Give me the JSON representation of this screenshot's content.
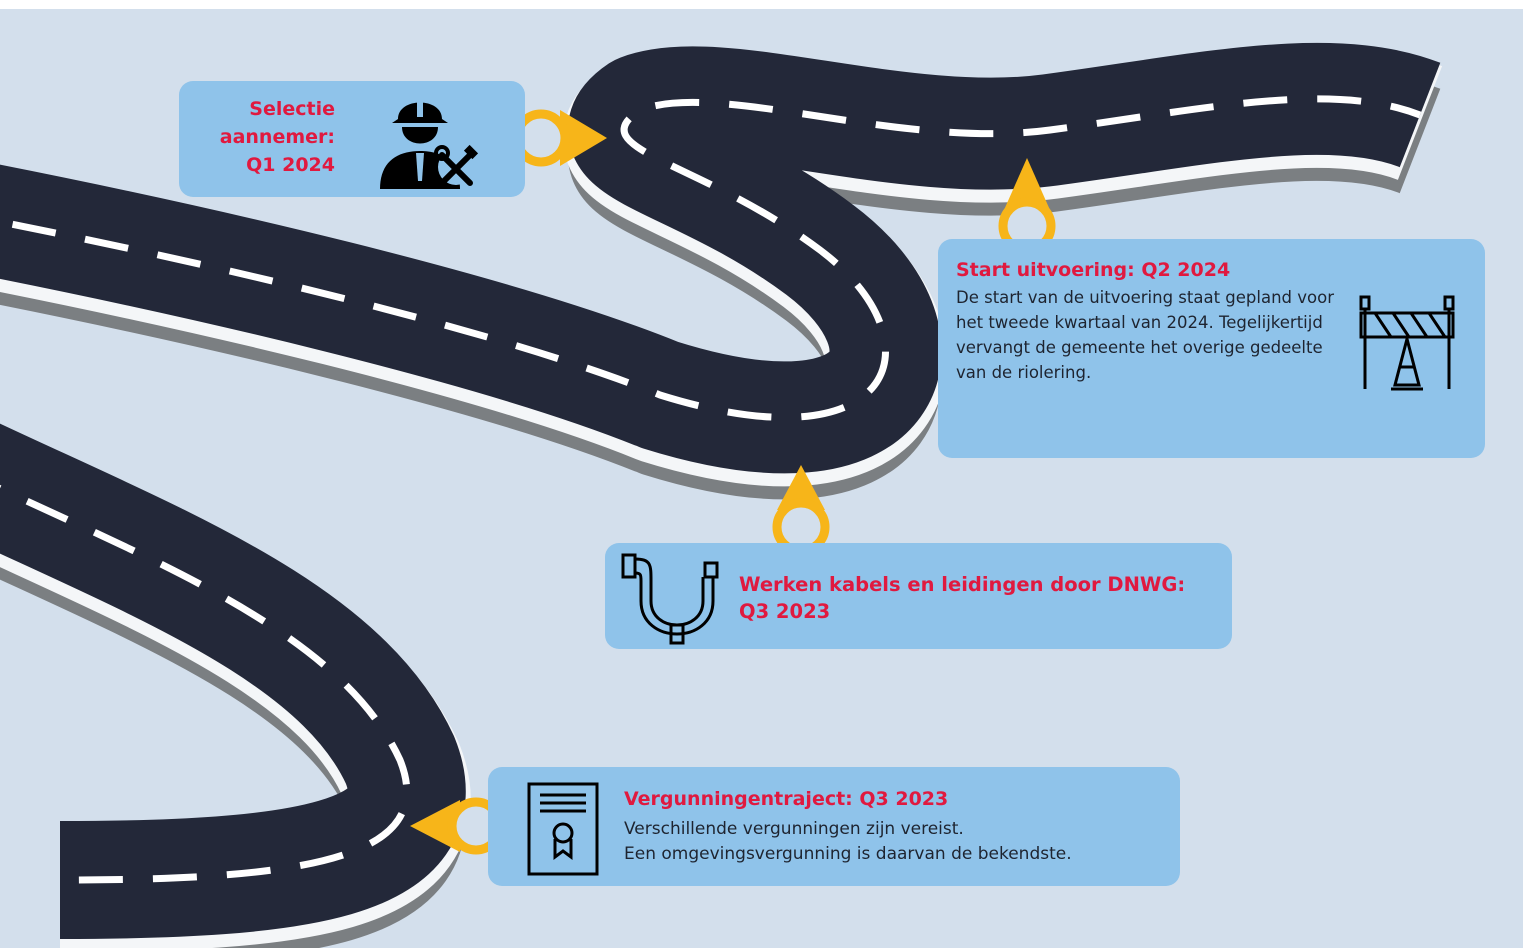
{
  "milestones": [
    {
      "id": "selectie",
      "title": "Selectie aannemer: Q1 2024",
      "icon": "worker-with-tools-icon"
    },
    {
      "id": "start",
      "title": "Start uitvoering: Q2 2024",
      "body": "De start van de uitvoering staat gepland voor het tweede kwartaal van 2024. Tegelijkertijd vervangt de gemeente het overige gedeelte van de riolering.",
      "icon": "road-barrier-icon"
    },
    {
      "id": "kabels",
      "title": "Werken kabels en leidingen door DNWG: Q3 2023",
      "icon": "pipe-icon"
    },
    {
      "id": "vergunning",
      "title": "Vergunningentraject: Q3 2023",
      "body_lines": [
        "Verschillende vergunningen zijn vereist.",
        "Een omgevingsvergunning is daarvan de bekendste."
      ],
      "icon": "certificate-icon"
    }
  ],
  "selectie_lines": [
    "Selectie",
    "aannemer:",
    "Q1 2024"
  ],
  "colors": {
    "background": "#d3dfec",
    "road": "#232839",
    "road_edge": "#7b7f82",
    "card": "#8fc3ea",
    "accent": "#e0193f",
    "pin": "#f7b519"
  }
}
